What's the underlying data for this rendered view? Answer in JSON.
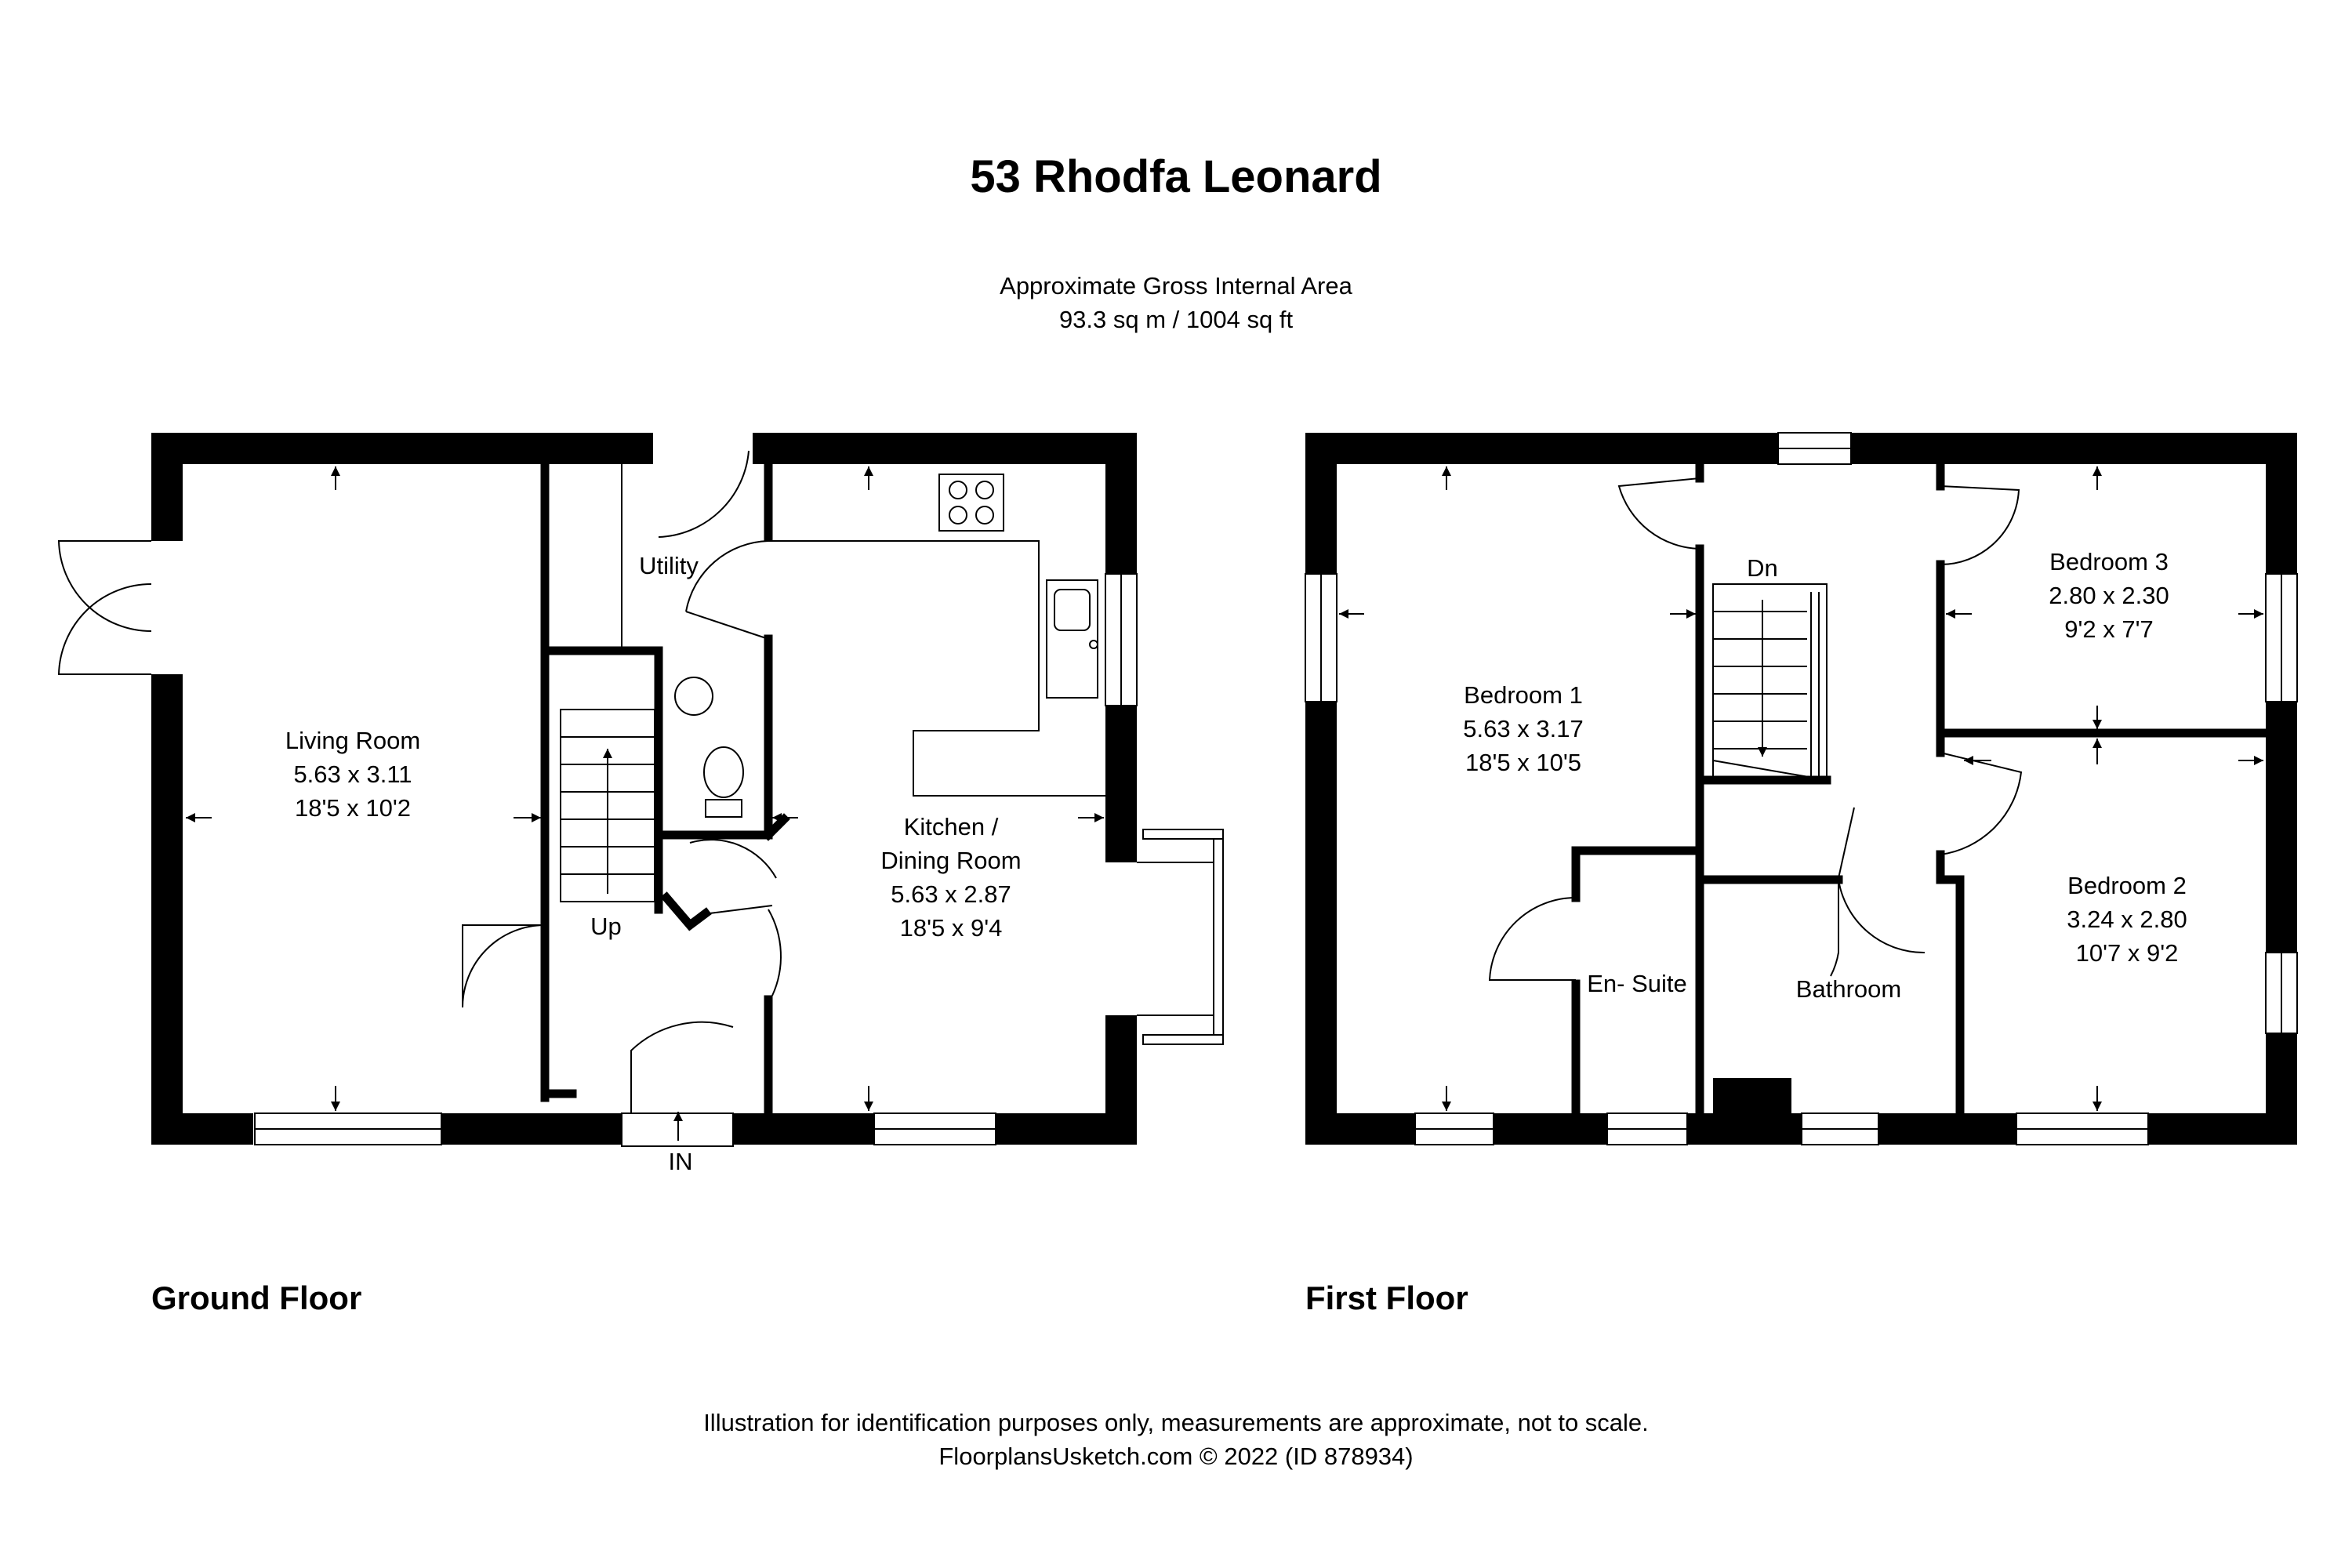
{
  "title": "53 Rhodfa Leonard",
  "area": {
    "label": "Approximate Gross Internal Area",
    "value": "93.3 sq m / 1004 sq ft"
  },
  "ground_floor": {
    "label": "Ground Floor",
    "rooms": {
      "living": {
        "name": "Living Room",
        "metric": "5.63 x 3.11",
        "imperial": "18'5 x 10'2"
      },
      "kitchen": {
        "name1": "Kitchen /",
        "name2": "Dining Room",
        "metric": "5.63 x 2.87",
        "imperial": "18'5 x 9'4"
      },
      "utility": {
        "name": "Utility"
      }
    },
    "stairs_label": "Up",
    "entrance_label": "IN"
  },
  "first_floor": {
    "label": "First Floor",
    "rooms": {
      "bedroom1": {
        "name": "Bedroom 1",
        "metric": "5.63 x 3.17",
        "imperial": "18'5 x 10'5"
      },
      "bedroom2": {
        "name": "Bedroom 2",
        "metric": "3.24 x 2.80",
        "imperial": "10'7 x 9'2"
      },
      "bedroom3": {
        "name": "Bedroom 3",
        "metric": "2.80 x 2.30",
        "imperial": "9'2 x 7'7"
      },
      "ensuite": {
        "name": "En- Suite"
      },
      "bathroom": {
        "name": "Bathroom"
      }
    },
    "stairs_label": "Dn"
  },
  "footer": {
    "disclaimer": "Illustration for identification purposes only, measurements are approximate, not to scale.",
    "credit": "FloorplansUsketch.com © 2022 (ID 878934)"
  }
}
